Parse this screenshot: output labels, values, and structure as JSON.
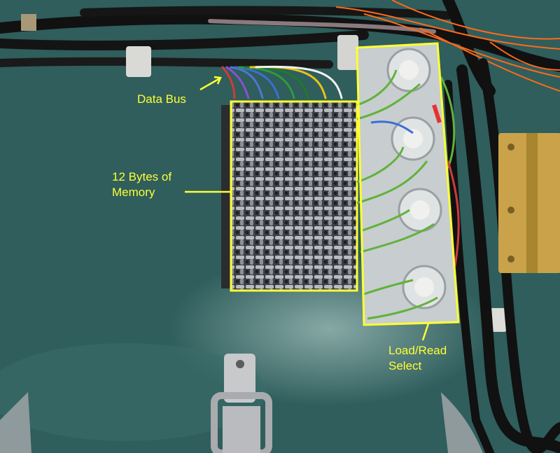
{
  "annotations": {
    "data_bus": "Data Bus",
    "memory": "12 Bytes of Memory",
    "select": "Load/Read Select"
  },
  "colors": {
    "annotation": "#ffff33",
    "background": "#2f5e5c",
    "cable": "#111111",
    "wire_green": "#5fb33a",
    "wire_orange": "#ff6a1a"
  }
}
